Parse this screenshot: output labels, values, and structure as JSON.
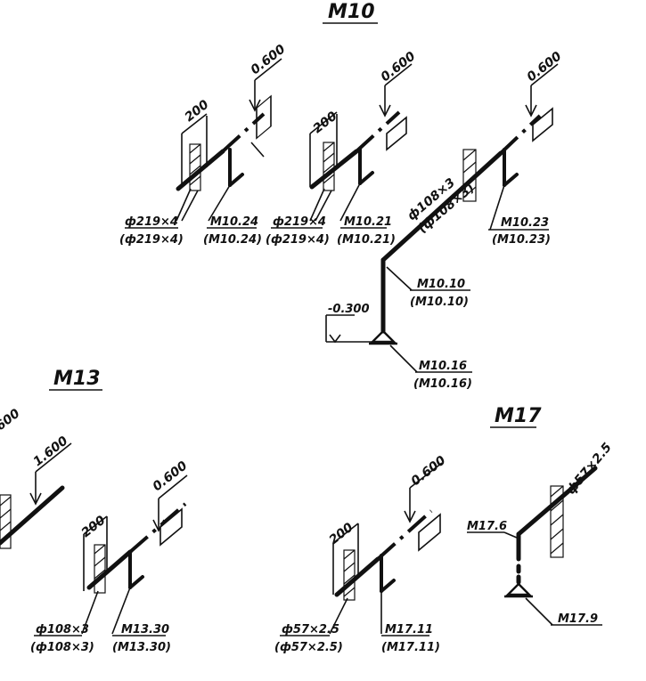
{
  "titles": {
    "m10": "M10",
    "m13": "M13",
    "m17": "M17"
  },
  "m10": {
    "a": {
      "dim": "200",
      "elev": "0.600",
      "pipe_top": "ф219×4",
      "pipe_bot": "(ф219×4)",
      "node_top": "M10.24",
      "node_bot": "(M10.24)"
    },
    "b": {
      "dim": "200",
      "elev": "0.600",
      "pipe_top": "ф219×4",
      "pipe_bot": "(ф219×4)",
      "node_top": "M10.21",
      "node_bot": "(M10.21)"
    },
    "c": {
      "elev": "0.600",
      "pipe_top": "ф108×3",
      "pipe_bot": "(ф108×3)",
      "node_top": "M10.23",
      "node_bot": "(M10.23)",
      "bend_top": "M10.10",
      "bend_bot": "(M10.10)",
      "support_top": "M10.16",
      "support_bot": "(M10.16)",
      "low_elev": "-0.300"
    }
  },
  "m13": {
    "left_elev": "600",
    "elev_1600": "1.600",
    "d": {
      "dim": "200",
      "elev": "0.600",
      "pipe_top": "ф108×3",
      "pipe_bot": "(ф108×3)",
      "node_top": "M13.30",
      "node_bot": "(M13.30)"
    }
  },
  "m17": {
    "e": {
      "dim": "200",
      "elev": "0.600",
      "pipe_top": "ф57×2.5",
      "pipe_bot": "(ф57×2.5)",
      "node_top": "M17.11",
      "node_bot": "(M17.11)"
    },
    "f": {
      "pipe": "ф57×2.5",
      "node_left": "M17.6",
      "support": "M17.9"
    }
  }
}
